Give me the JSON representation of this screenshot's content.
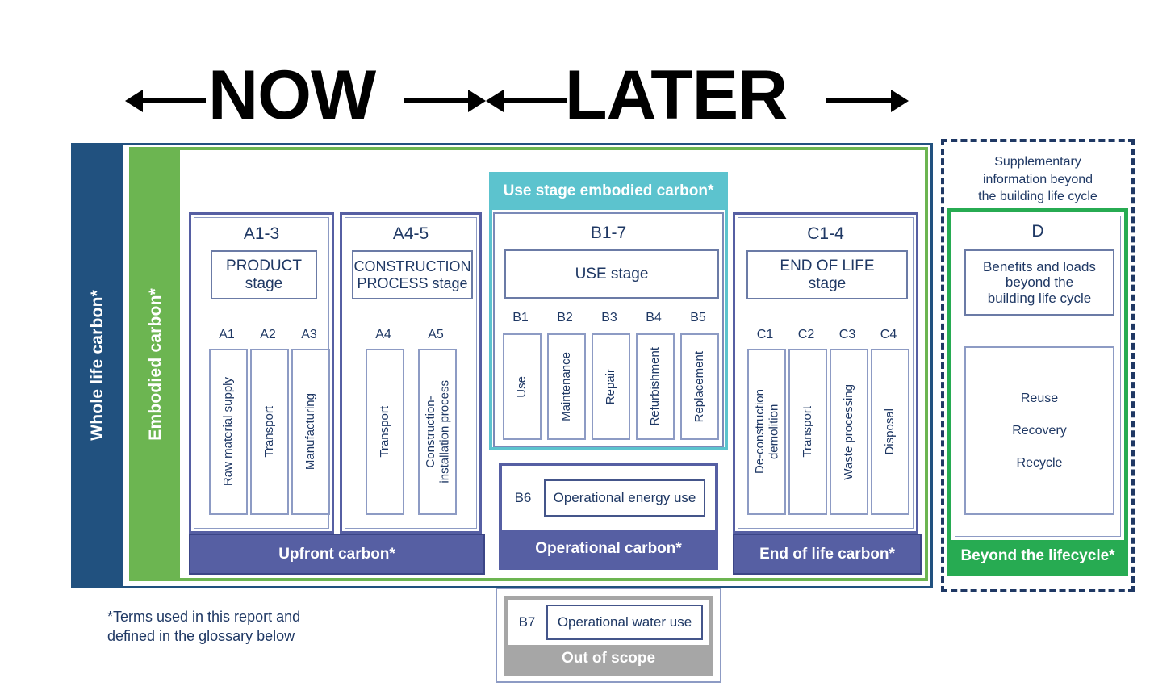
{
  "header": {
    "now_label": "NOW",
    "later_label": "LATER"
  },
  "bands": {
    "whole_life_carbon": "Whole life carbon*",
    "embodied_carbon": "Embodied carbon*"
  },
  "use_stage_banner": "Use stage embodied carbon*",
  "stages": [
    {
      "code": "A1-3",
      "title": "PRODUCT\nstage",
      "banner": "Upfront carbon*",
      "modules": [
        {
          "code": "A1",
          "label": "Raw material supply"
        },
        {
          "code": "A2",
          "label": "Transport"
        },
        {
          "code": "A3",
          "label": "Manufacturing"
        }
      ]
    },
    {
      "code": "A4-5",
      "title": "CONSTRUCTION\nPROCESS stage",
      "modules": [
        {
          "code": "A4",
          "label": "Transport"
        },
        {
          "code": "A5",
          "label": "Construction-\ninstallation process"
        }
      ]
    },
    {
      "code": "B1-7",
      "title": "USE stage",
      "modules": [
        {
          "code": "B1",
          "label": "Use"
        },
        {
          "code": "B2",
          "label": "Maintenance"
        },
        {
          "code": "B3",
          "label": "Repair"
        },
        {
          "code": "B4",
          "label": "Refurbishment"
        },
        {
          "code": "B5",
          "label": "Replacement"
        }
      ]
    },
    {
      "code": "C1-4",
      "title": "END OF LIFE\nstage",
      "banner": "End of life carbon*",
      "modules": [
        {
          "code": "C1",
          "label": "De-construction\ndemolition"
        },
        {
          "code": "C2",
          "label": "Transport"
        },
        {
          "code": "C3",
          "label": "Waste processing"
        },
        {
          "code": "C4",
          "label": "Disposal"
        }
      ]
    }
  ],
  "operational": {
    "energy": {
      "code": "B6",
      "label": "Operational energy use",
      "banner": "Operational carbon*"
    },
    "water": {
      "code": "B7",
      "label": "Operational water use",
      "banner": "Out of scope"
    }
  },
  "module_d": {
    "supplementary": "Supplementary\ninformation beyond\nthe building life cycle",
    "code": "D",
    "title": "Benefits and loads\nbeyond the\nbuilding life cycle",
    "items": [
      "Reuse",
      "Recovery",
      "Recycle"
    ],
    "banner": "Beyond the lifecycle*"
  },
  "footnote": "*Terms used in this report and\ndefined in the glossary below",
  "colors": {
    "navy": "#21517f",
    "green": "#6cb551",
    "slate": "#565fa3",
    "teal": "#5cc3ce",
    "bright_green": "#27ab52",
    "grey": "#a6a6a6",
    "text_navy": "#1f3864"
  }
}
